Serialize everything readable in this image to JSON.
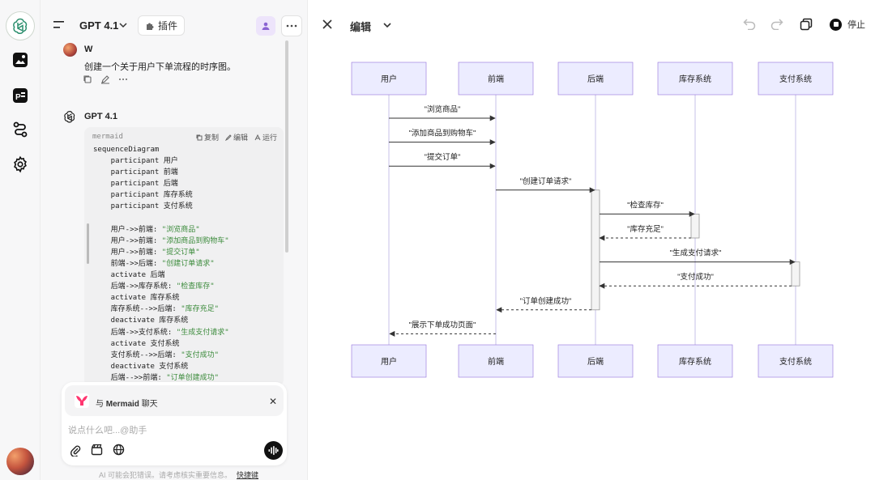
{
  "chat": {
    "model": "GPT 4.1",
    "plugin_label": "插件",
    "user_name": "W",
    "user_message": "创建一个关于用户下单流程的时序图。",
    "assistant_name": "GPT 4.1",
    "code": {
      "lang": "mermaid",
      "copy_label": "复制",
      "edit_label": "编辑",
      "run_label": "运行",
      "lines": [
        {
          "t": "sequenceDiagram",
          "s": ""
        },
        {
          "t": "    participant 用户",
          "s": ""
        },
        {
          "t": "    participant 前端",
          "s": ""
        },
        {
          "t": "    participant 后端",
          "s": ""
        },
        {
          "t": "    participant 库存系统",
          "s": ""
        },
        {
          "t": "    participant 支付系统",
          "s": ""
        },
        {
          "t": "",
          "s": ""
        },
        {
          "t": "    用户->>前端: ",
          "s": "\"浏览商品\""
        },
        {
          "t": "    用户->>前端: ",
          "s": "\"添加商品到购物车\""
        },
        {
          "t": "    用户->>前端: ",
          "s": "\"提交订单\""
        },
        {
          "t": "    前端->>后端: ",
          "s": "\"创建订单请求\""
        },
        {
          "t": "    activate 后端",
          "s": ""
        },
        {
          "t": "    后端->>库存系统: ",
          "s": "\"检查库存\""
        },
        {
          "t": "    activate 库存系统",
          "s": ""
        },
        {
          "t": "    库存系统-->>后端: ",
          "s": "\"库存充足\""
        },
        {
          "t": "    deactivate 库存系统",
          "s": ""
        },
        {
          "t": "    后端->>支付系统: ",
          "s": "\"生成支付请求\""
        },
        {
          "t": "    activate 支付系统",
          "s": ""
        },
        {
          "t": "    支付系统-->>后端: ",
          "s": "\"支付成功\""
        },
        {
          "t": "    deactivate 支付系统",
          "s": ""
        },
        {
          "t": "    后端-->>前端: ",
          "s": "\"订单创建成功\""
        }
      ]
    },
    "mention_prefix": "与",
    "mention_name": "Mermaid",
    "mention_suffix": "聊天",
    "input_placeholder": "说点什么吧...@助手",
    "disclaimer": "AI 可能会犯错误。请考虑核实重要信息。",
    "shortcut_label": "快捷键"
  },
  "editor": {
    "title": "编辑",
    "stop_label": "停止"
  },
  "diagram": {
    "participants": [
      "用户",
      "前端",
      "后端",
      "库存系统",
      "支付系统"
    ],
    "messages": [
      {
        "from": 0,
        "to": 1,
        "label": "\"浏览商品\"",
        "dashed": false
      },
      {
        "from": 0,
        "to": 1,
        "label": "\"添加商品到购物车\"",
        "dashed": false
      },
      {
        "from": 0,
        "to": 1,
        "label": "\"提交订单\"",
        "dashed": false
      },
      {
        "from": 1,
        "to": 2,
        "label": "\"创建订单请求\"",
        "dashed": false
      },
      {
        "from": 2,
        "to": 3,
        "label": "\"检查库存\"",
        "dashed": false
      },
      {
        "from": 3,
        "to": 2,
        "label": "\"库存充足\"",
        "dashed": true
      },
      {
        "from": 2,
        "to": 4,
        "label": "\"生成支付请求\"",
        "dashed": false
      },
      {
        "from": 4,
        "to": 2,
        "label": "\"支付成功\"",
        "dashed": true
      },
      {
        "from": 2,
        "to": 1,
        "label": "\"订单创建成功\"",
        "dashed": true
      },
      {
        "from": 1,
        "to": 0,
        "label": "\"展示下单成功页面\"",
        "dashed": true
      }
    ],
    "activations": [
      {
        "participant": 2,
        "from_msg": 3,
        "to_msg": 8
      },
      {
        "participant": 3,
        "from_msg": 4,
        "to_msg": 5
      },
      {
        "participant": 4,
        "from_msg": 6,
        "to_msg": 7
      }
    ],
    "colors": {
      "box_fill": "#ECECFF",
      "box_stroke": "#9370DB",
      "lifeline": "#c7c0e8",
      "arrow": "#333333"
    }
  }
}
